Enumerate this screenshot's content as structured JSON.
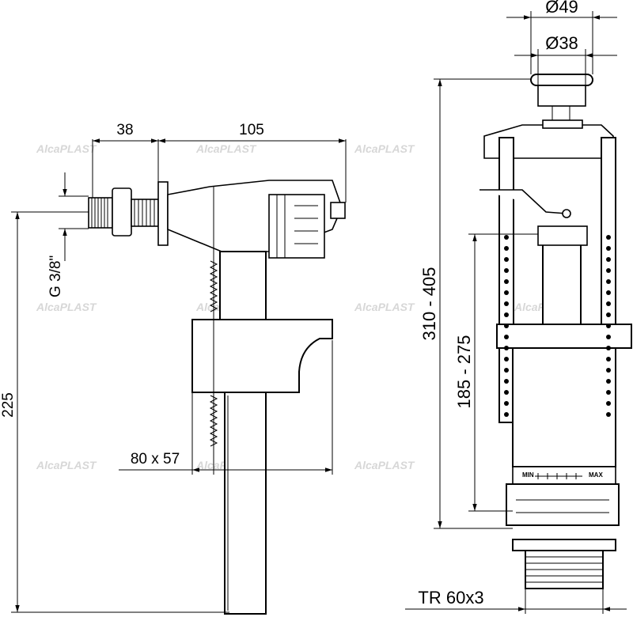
{
  "watermark": "AlcaPLAST",
  "fill_valve": {
    "dim_38": "38",
    "dim_105": "105",
    "thread": "G 3/8\"",
    "height": "225",
    "float_size": "80 x 57"
  },
  "flush_valve": {
    "dia_outer": "Ø49",
    "dia_inner": "Ø38",
    "height_range": "310 - 405",
    "level_range": "185 - 275",
    "thread": "TR 60x3",
    "scale_min": "MIN",
    "scale_max": "MAX"
  }
}
